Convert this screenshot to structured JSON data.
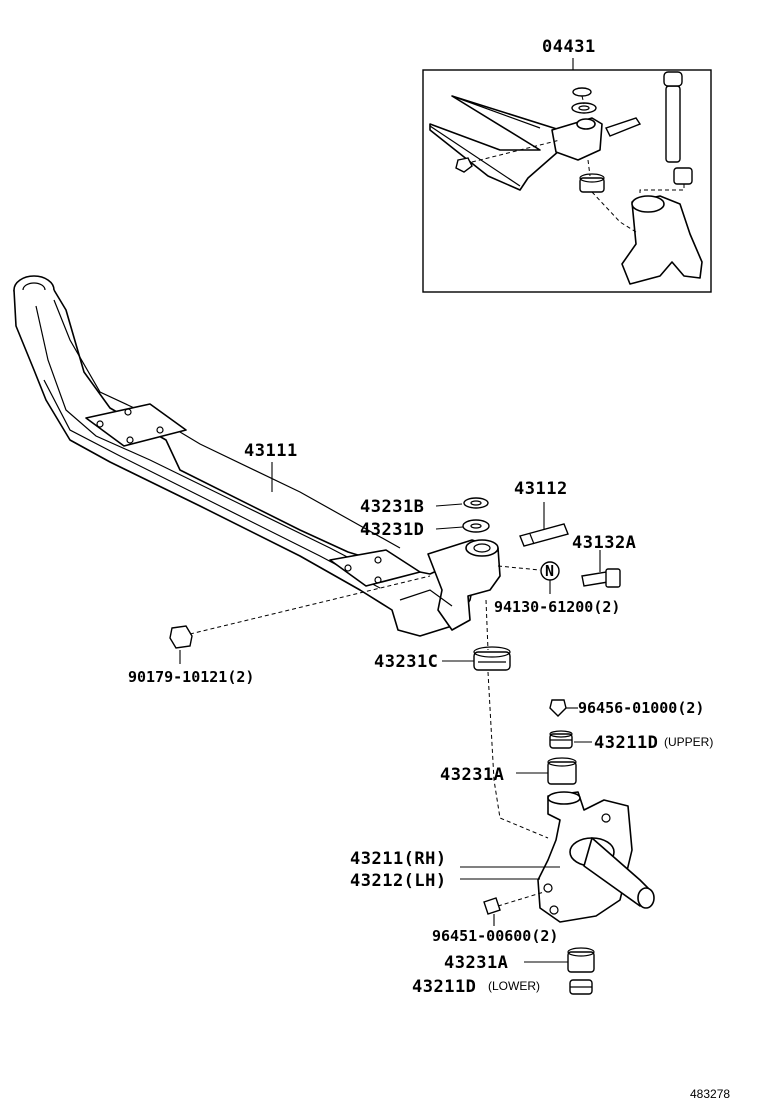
{
  "parts": {
    "p04431": "04431",
    "p43111": "43111",
    "p43231B": "43231B",
    "p43231D": "43231D",
    "p43112": "43112",
    "p43132A": "43132A",
    "p9413061200": "94130-61200(2)",
    "p9017910121": "90179-10121(2)",
    "p43231C": "43231C",
    "p9645601000": "96456-01000(2)",
    "p43211D_upper": "43211D",
    "p43211D_upper_note": "(UPPER)",
    "p43231A_upper": "43231A",
    "p43211": "43211(RH)",
    "p43212": "43212(LH)",
    "p9645100600": "96451-00600(2)",
    "p43231A_lower": "43231A",
    "p43211D_lower": "43211D",
    "p43211D_lower_note": "(LOWER)",
    "callout_N": "N"
  },
  "diagram_id": "483278"
}
